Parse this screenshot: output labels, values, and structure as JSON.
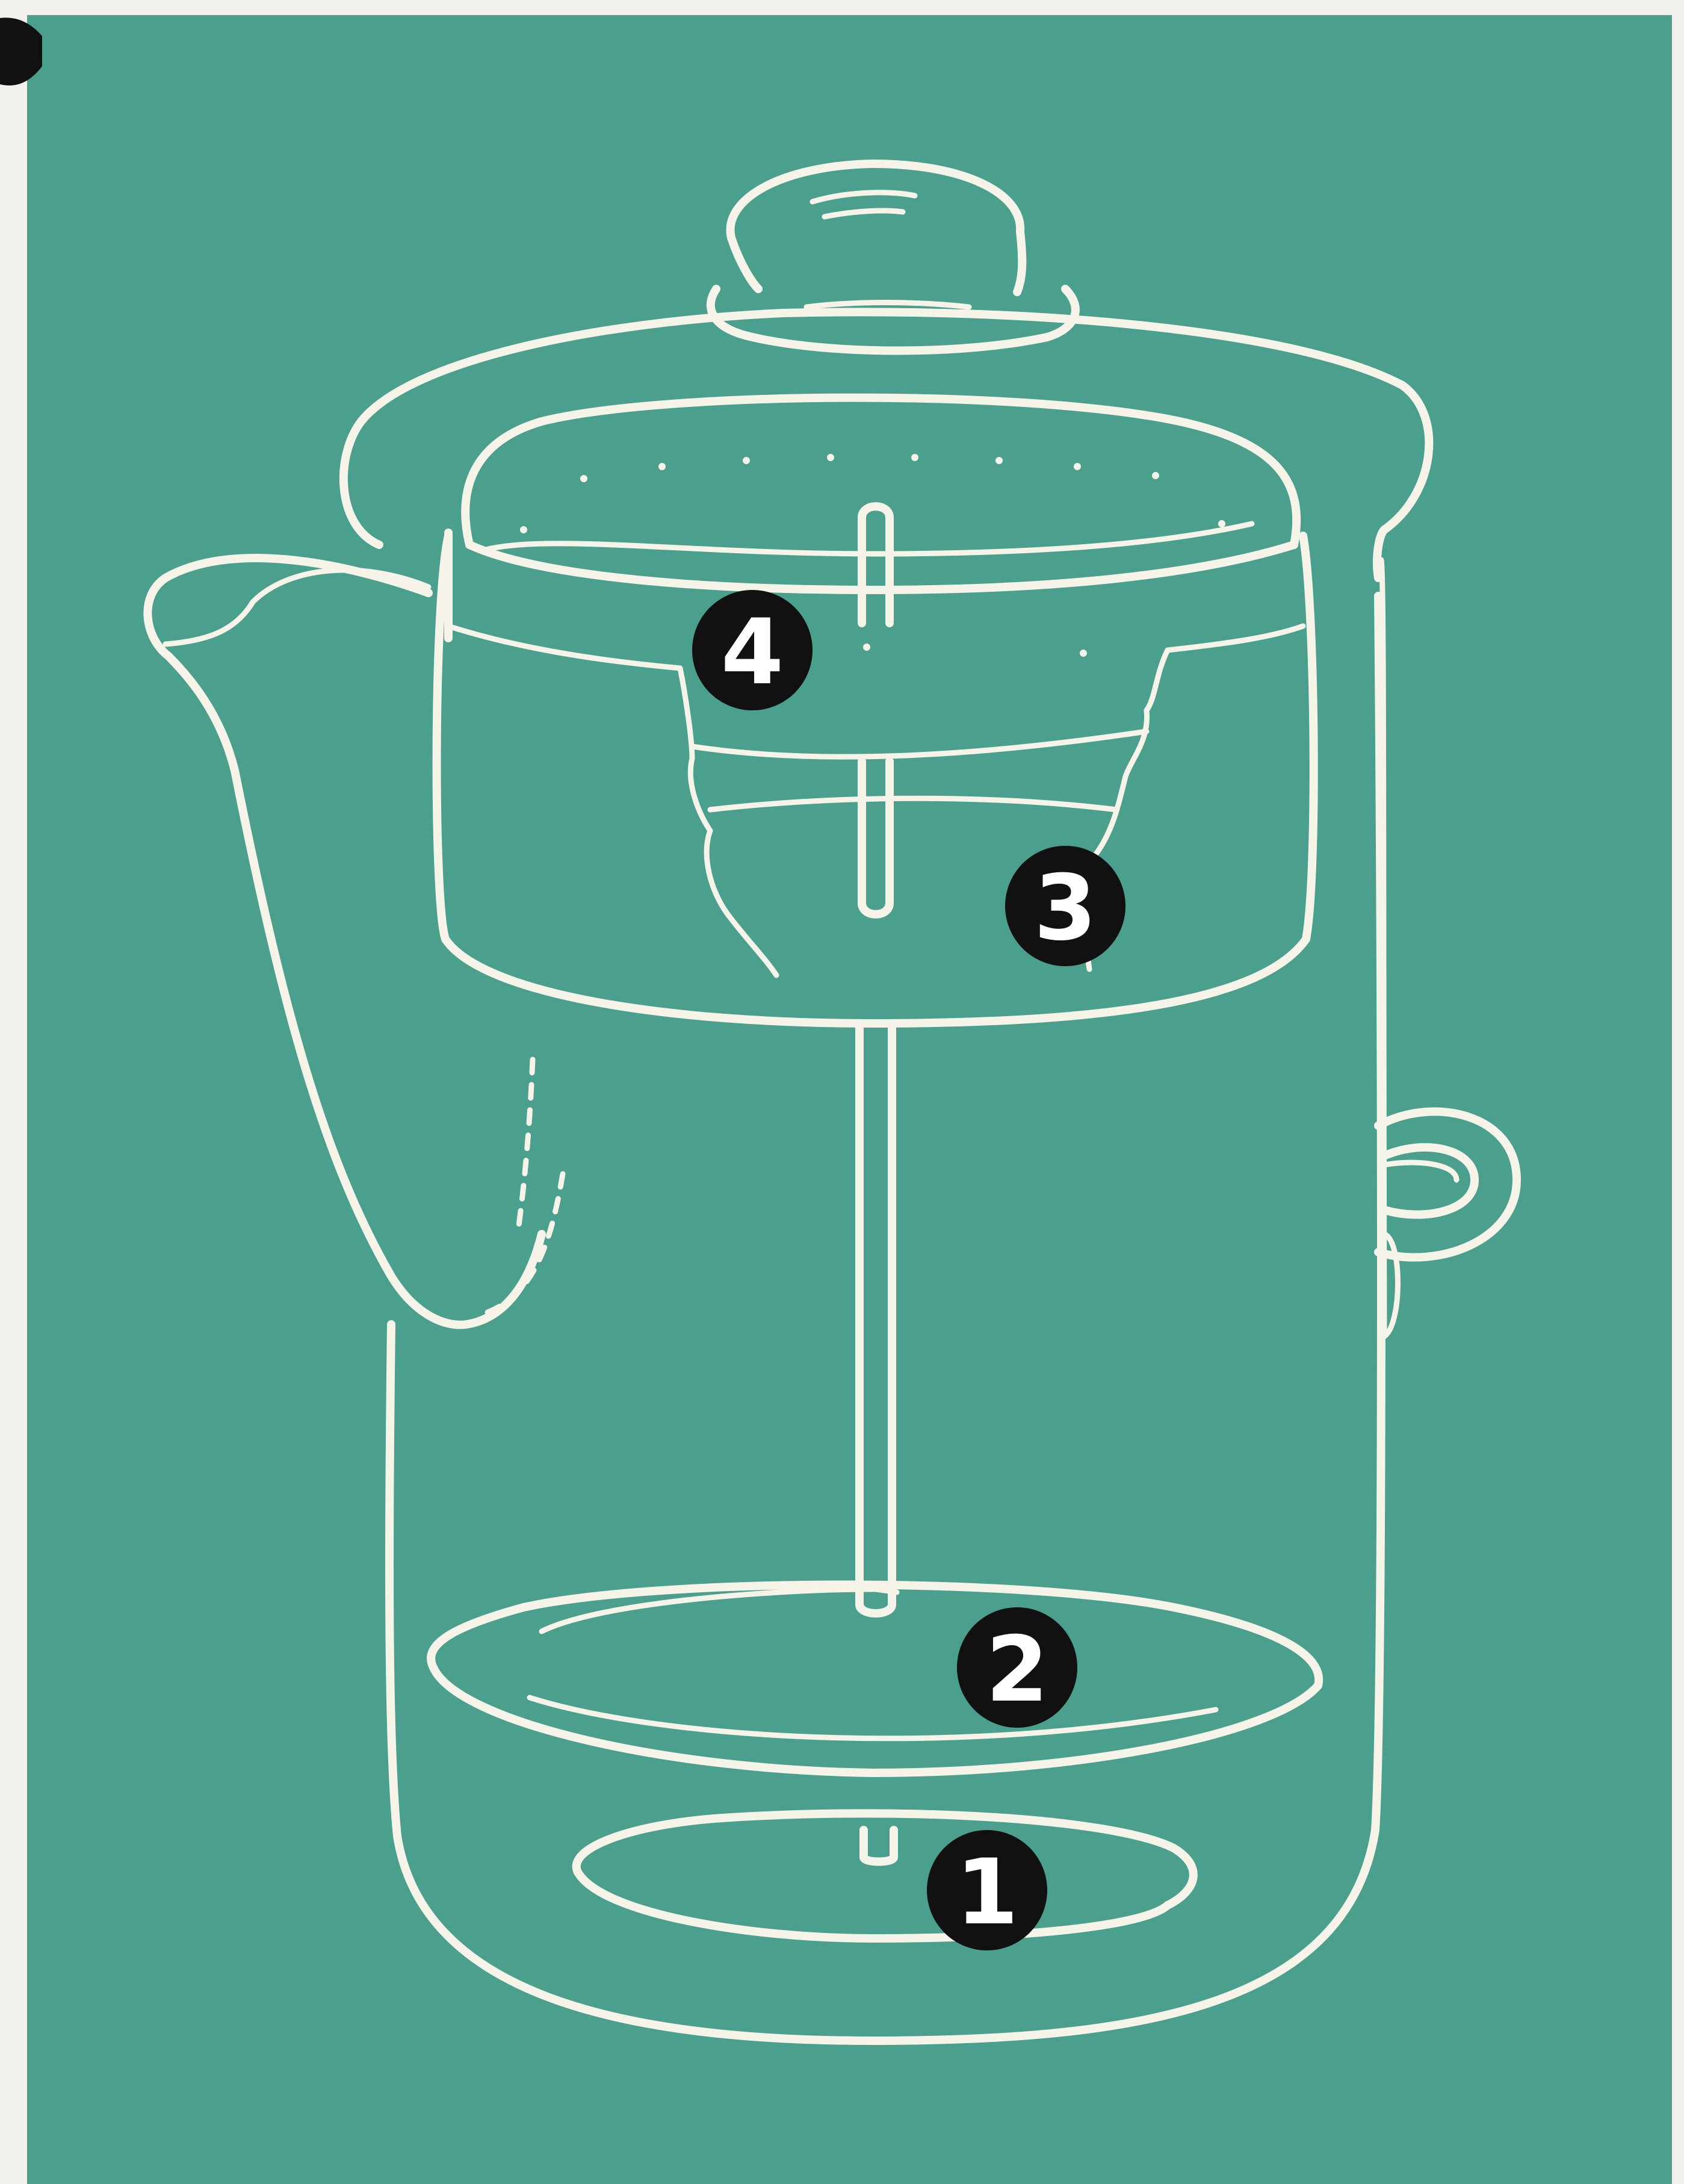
{
  "colors": {
    "background": "#4b9f8d",
    "paper": "#f2f1ec",
    "line": "#f6f4e8",
    "badge": "#111111",
    "badge_text": "#ffffff"
  },
  "diagram": {
    "subject": "percolator-coffee-pot",
    "callouts": [
      {
        "id": "callout-1",
        "label": "1"
      },
      {
        "id": "callout-2",
        "label": "2"
      },
      {
        "id": "callout-3",
        "label": "3"
      },
      {
        "id": "callout-4",
        "label": "4"
      }
    ]
  }
}
